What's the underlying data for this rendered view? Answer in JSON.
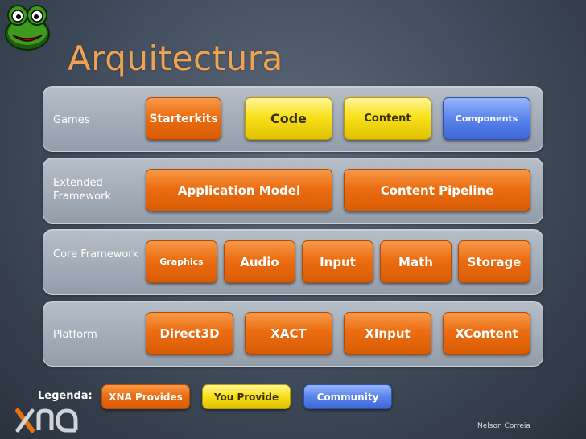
{
  "title": "Arquitectura",
  "logo_top_icon": "frog-logo-icon",
  "layers": [
    {
      "label": "Games",
      "items": [
        {
          "label": "Starterkits",
          "style": "orange"
        },
        {
          "label": "Code",
          "style": "yellow"
        },
        {
          "label": "Content",
          "style": "yellow"
        },
        {
          "label": "Components",
          "style": "blue"
        }
      ]
    },
    {
      "label": "Extended Framework",
      "items": [
        {
          "label": "Application Model",
          "style": "orange"
        },
        {
          "label": "Content Pipeline",
          "style": "orange"
        }
      ]
    },
    {
      "label": "Core Framework",
      "items": [
        {
          "label": "Graphics",
          "style": "orange"
        },
        {
          "label": "Audio",
          "style": "orange"
        },
        {
          "label": "Input",
          "style": "orange"
        },
        {
          "label": "Math",
          "style": "orange"
        },
        {
          "label": "Storage",
          "style": "orange"
        }
      ]
    },
    {
      "label": "Platform",
      "items": [
        {
          "label": "Direct3D",
          "style": "orange"
        },
        {
          "label": "XACT",
          "style": "orange"
        },
        {
          "label": "XInput",
          "style": "orange"
        },
        {
          "label": "XContent",
          "style": "orange"
        }
      ]
    }
  ],
  "legend": {
    "label": "Legenda:",
    "items": [
      {
        "label": "XNA Provides",
        "style": "orange"
      },
      {
        "label": "You Provide",
        "style": "yellow"
      },
      {
        "label": "Community",
        "style": "blue"
      }
    ]
  },
  "logo_bottom": "xna",
  "author": "Nelson Correia",
  "colors": {
    "orange": "#ec6d12",
    "yellow": "#f8e11b",
    "blue": "#5a83ec",
    "title": "#f0a253"
  }
}
